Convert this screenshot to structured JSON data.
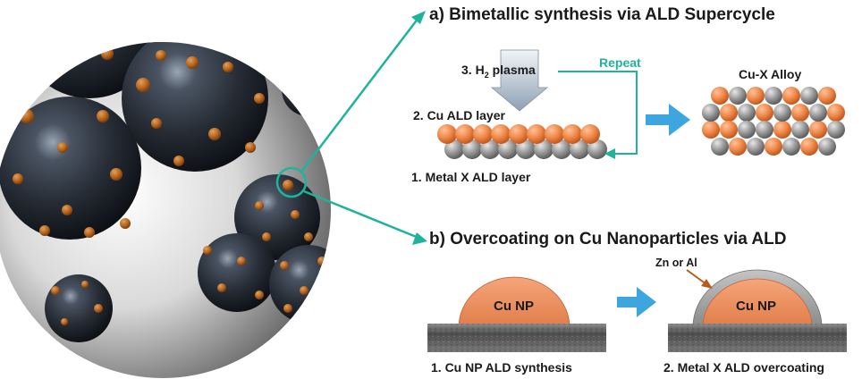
{
  "panel_a": {
    "title": "a) Bimetallic synthesis via ALD Supercycle",
    "step3_prefix": "3. H",
    "step3_sub": "2",
    "step3_suffix": " plasma",
    "repeat": "Repeat",
    "step2": "2. Cu ALD layer",
    "step1": "1. Metal X ALD layer",
    "alloy": "Cu-X Alloy"
  },
  "panel_b": {
    "title": "b) Overcoating on Cu Nanoparticles via ALD",
    "np_label_left": "Cu NP",
    "np_label_right": "Cu NP",
    "coat_label": "Zn or Al",
    "step1": "1. Cu NP ALD synthesis",
    "step2": "2. Metal X ALD overcoating"
  },
  "colors": {
    "teal": "#1fb39c",
    "blue_arrow": "#3ea6de",
    "copper": "#f08a4b",
    "gray_atom": "#8e8e8e",
    "support": "#6a6a6a"
  }
}
